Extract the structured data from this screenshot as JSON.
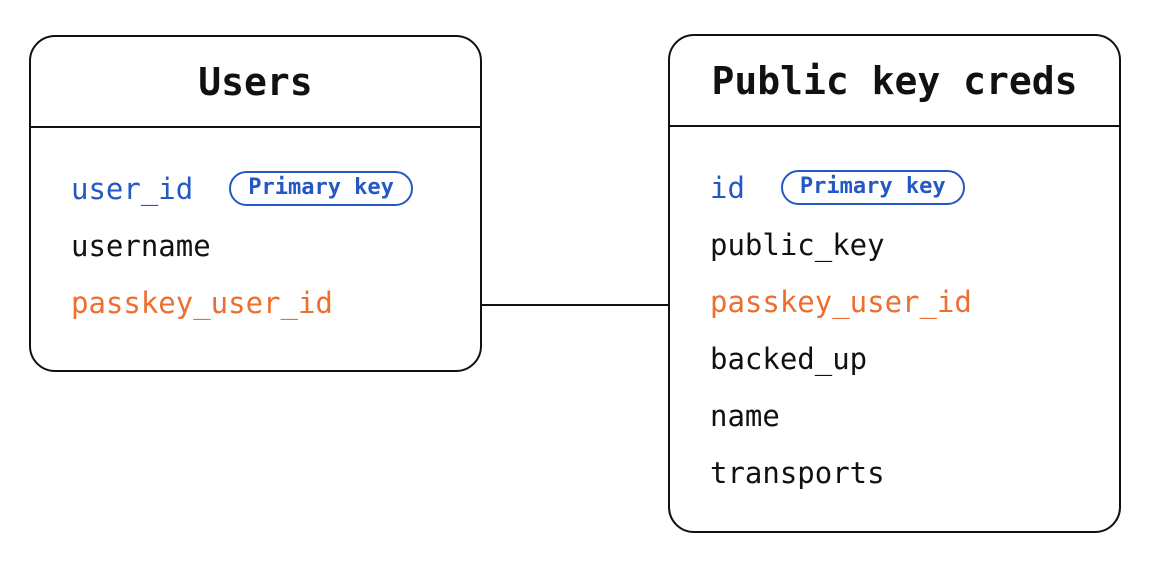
{
  "colors": {
    "blue": "#2458C4",
    "orange": "#ED6E2F",
    "text": "#111111",
    "line": "#111111",
    "background": "#FFFFFF"
  },
  "diagram": {
    "tables": [
      {
        "title": "Users",
        "fields": [
          {
            "name": "user_id",
            "color": "blue",
            "badge": "Primary key"
          },
          {
            "name": "username",
            "color": "text",
            "badge": null
          },
          {
            "name": "passkey_user_id",
            "color": "orange",
            "badge": null
          }
        ]
      },
      {
        "title": "Public key creds",
        "fields": [
          {
            "name": "id",
            "color": "blue",
            "badge": "Primary key"
          },
          {
            "name": "public_key",
            "color": "text",
            "badge": null
          },
          {
            "name": "passkey_user_id",
            "color": "orange",
            "badge": null
          },
          {
            "name": "backed_up",
            "color": "text",
            "badge": null
          },
          {
            "name": "name",
            "color": "text",
            "badge": null
          },
          {
            "name": "transports",
            "color": "text",
            "badge": null
          }
        ]
      }
    ],
    "connector": {
      "from_table": "Users",
      "from_field": "passkey_user_id",
      "to_table": "Public key creds",
      "to_field": "passkey_user_id"
    }
  }
}
